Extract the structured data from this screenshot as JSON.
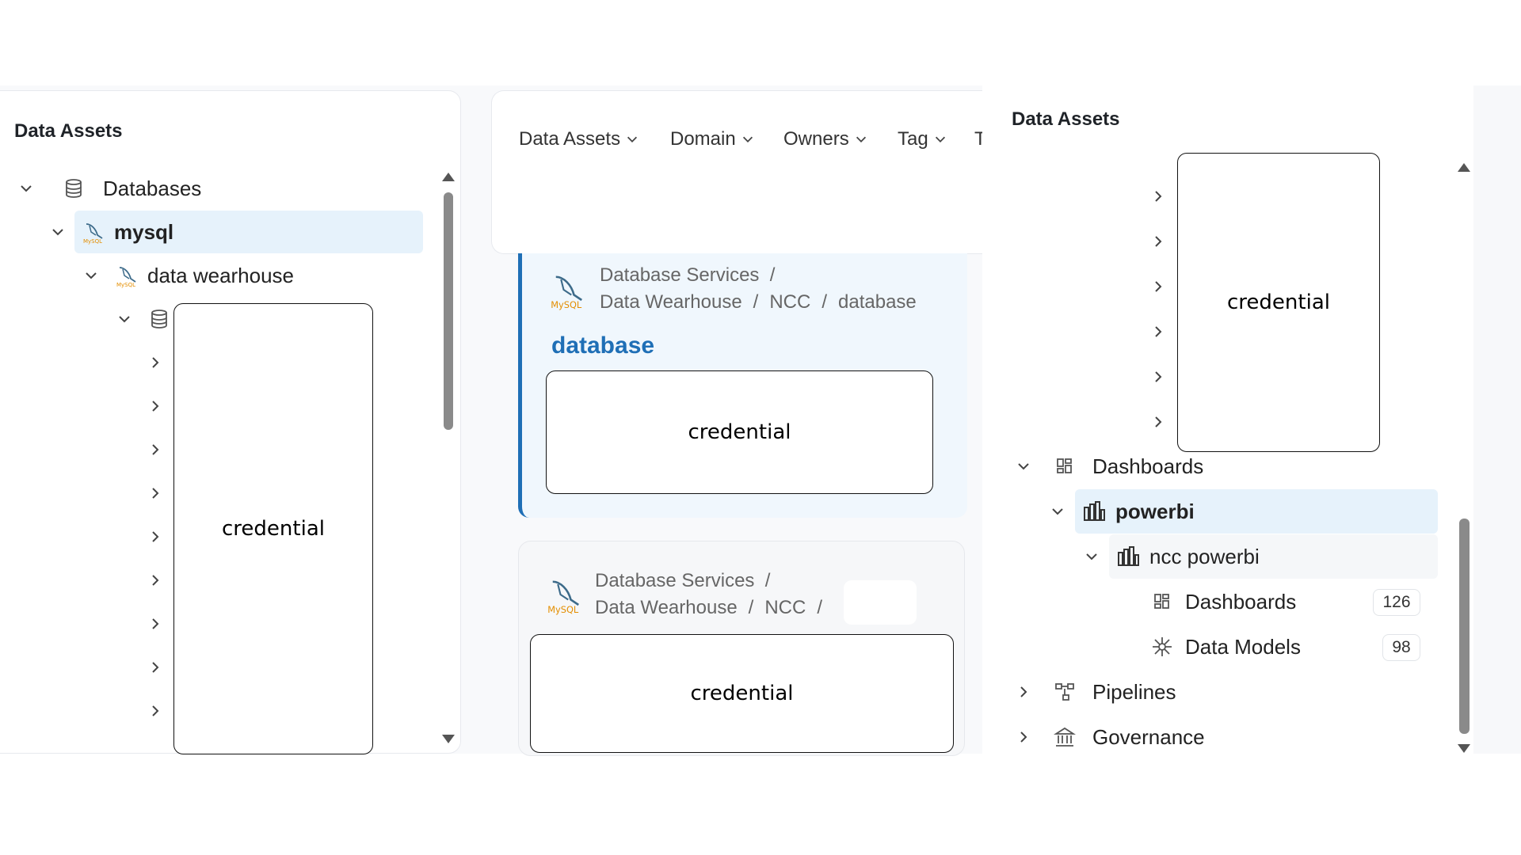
{
  "left_panel": {
    "title": "Data Assets",
    "tree": {
      "databases": "Databases",
      "mysql": "mysql",
      "data_wearhouse": "data wearhouse"
    },
    "redaction_label": "credential"
  },
  "middle_panel": {
    "filters": [
      "Data Assets",
      "Domain",
      "Owners",
      "Tag",
      "T"
    ],
    "card1": {
      "crumb_line1": "Database Services  /",
      "crumb_line2": [
        "Data Wearhouse",
        "/",
        "NCC",
        "/",
        "database"
      ],
      "name": "database",
      "redaction_label": "credential"
    },
    "card2": {
      "crumb_line1": "Database Services  /",
      "crumb_line2": [
        "Data Wearhouse",
        "/",
        "NCC",
        "/"
      ],
      "redaction_label": "credential"
    }
  },
  "right_panel": {
    "title": "Data Assets",
    "redaction_label": "credential",
    "dashboards": "Dashboards",
    "powerbi": "powerbi",
    "ncc_powerbi": "ncc powerbi",
    "sub_dashboards": "Dashboards",
    "sub_dashboards_count": "126",
    "data_models": "Data Models",
    "data_models_count": "98",
    "pipelines": "Pipelines",
    "governance": "Governance"
  },
  "colors": {
    "accent": "#1f6fb6",
    "selected_bg": "#e6f2fb",
    "card_bg": "#f0f7fd"
  }
}
